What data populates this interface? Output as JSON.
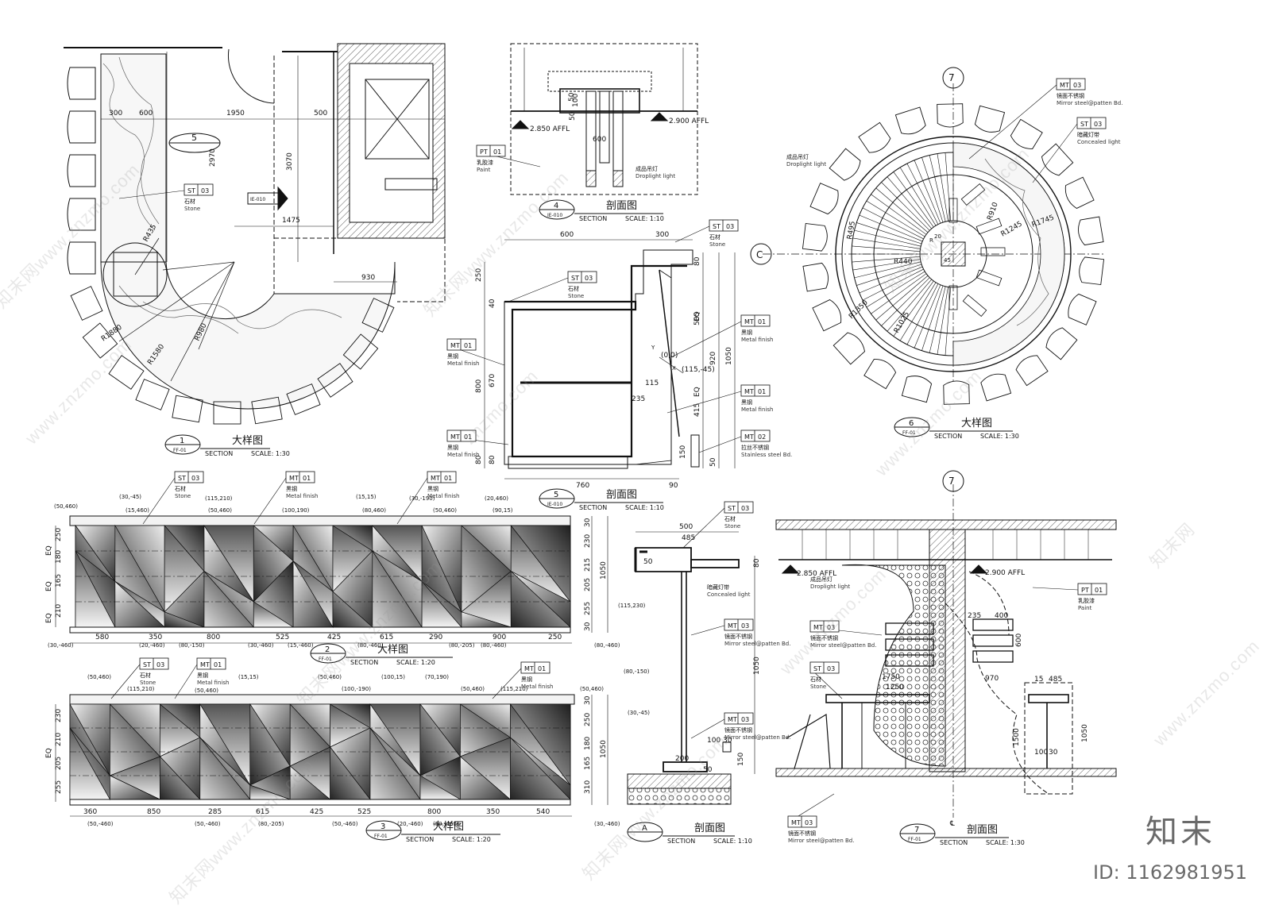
{
  "tags": {
    "st03": [
      "ST",
      "03"
    ],
    "mt01": [
      "MT",
      "01"
    ],
    "mt02": [
      "MT",
      "02"
    ],
    "mt03": [
      "MT",
      "03"
    ],
    "pt01": [
      "PT",
      "01"
    ]
  },
  "materials": {
    "stone_cn": "石材",
    "stone_en": "Stone",
    "metal_cn": "黑钢",
    "metal_en": "Metal finish",
    "paint_cn": "乳胶漆",
    "paint_en": "Paint",
    "droplight_cn": "成品吊灯",
    "droplight_en": "Droplight light",
    "concealed_cn": "暗藏灯带",
    "concealed_en": "Concealed light",
    "mirror_cn": "镜面不锈钢",
    "mirror_en": "Mirror steel@patten Bd.",
    "stainless_cn": "拉丝不锈钢",
    "stainless_en": "Stainless steel Bd."
  },
  "details": {
    "d1": {
      "num": "1",
      "ref": "FF-01",
      "cn": "大样图",
      "section": "SECTION",
      "scale": "SCALE: 1:30"
    },
    "d2": {
      "num": "2",
      "ref": "FF-01",
      "cn": "大样图",
      "section": "SECTION",
      "scale": "SCALE: 1:20"
    },
    "d3": {
      "num": "3",
      "ref": "FF-01",
      "cn": "大样图",
      "section": "SECTION",
      "scale": "SCALE: 1:20"
    },
    "d4": {
      "num": "4",
      "ref": "IE-010",
      "cn": "剖面图",
      "section": "SECTION",
      "scale": "SCALE: 1:10"
    },
    "d5": {
      "num": "5",
      "ref": "IE-010",
      "cn": "剖面图",
      "section": "SECTION",
      "scale": "SCALE: 1:10"
    },
    "d6": {
      "num": "6",
      "ref": "FF-01",
      "cn": "大样图",
      "section": "SECTION",
      "scale": "SCALE: 1:30"
    },
    "d7": {
      "num": "7",
      "ref": "FF-01",
      "cn": "剖面图",
      "section": "SECTION",
      "scale": "SCALE: 1:30"
    },
    "dA": {
      "num": "A",
      "ref": "",
      "cn": "剖面图",
      "section": "SECTION",
      "scale": "SCALE: 1:10"
    }
  },
  "plan1": {
    "dims": [
      "300",
      "600",
      "1950",
      "500",
      "2970",
      "3070",
      "1475",
      "930"
    ],
    "radii": [
      "R435",
      "R1880",
      "R1580",
      "R980"
    ],
    "callout5": "5",
    "callout5_ref": "IE-010"
  },
  "sec4": {
    "affl_left": "2.850 AFFL",
    "affl_right": "2.900 AFFL",
    "dims": [
      "50",
      "100",
      "600",
      "50"
    ]
  },
  "sec5": {
    "dims_top": [
      "600",
      "300"
    ],
    "dims_left": [
      "250",
      "40",
      "800",
      "670",
      "80",
      "80"
    ],
    "dims_right": [
      "80",
      "505",
      "EQ",
      "920",
      "1050",
      "415",
      "EQ",
      "150",
      "50"
    ],
    "dims_mid": [
      "115",
      "235"
    ],
    "coords": [
      "(0,0)",
      "(115,-45)"
    ],
    "axis": [
      "Y",
      "X"
    ],
    "dims_bottom": [
      "760",
      "90"
    ]
  },
  "round6": {
    "grid_top": "7",
    "grid_left": "C",
    "radii": [
      "R495",
      "R440",
      "R1350",
      "R1025",
      "R910",
      "R1245",
      "R1745"
    ],
    "small": [
      "R",
      "45",
      "20"
    ]
  },
  "elev2": {
    "coords_top": [
      "(50,460)",
      "(30,-45)",
      "(15,460)",
      "(115,210)",
      "(50,460)",
      "(100,190)",
      "(15,15)",
      "(80,460)",
      "(30,-190)",
      "(50,460)",
      "(20,460)",
      "(90,15)"
    ],
    "coords_right": [
      "(115,230)"
    ],
    "coords_bottom": [
      "(30,-460)",
      "(20,-460)",
      "(80,-150)",
      "(30,-460)",
      "(15,-460)",
      "(80,-460)",
      "(80,-205)",
      "(80,-460)",
      "(80,-460)"
    ],
    "dims_left": [
      "EQ",
      "250",
      "180",
      "EQ",
      "165",
      "EQ",
      "210"
    ],
    "dims_right": [
      "30",
      "230",
      "215",
      "1050",
      "205",
      "255",
      "30"
    ],
    "dims_bottom": [
      "580",
      "350",
      "800",
      "525",
      "425",
      "615",
      "290",
      "900",
      "250"
    ]
  },
  "elev3": {
    "coords_top": [
      "(50,460)",
      "(115,210)",
      "(50,460)",
      "(15,15)",
      "(50,460)",
      "(100,-190)",
      "(100,15)",
      "(70,190)",
      "(50,460)",
      "(115,210)",
      "(50,460)",
      "(80,-150)",
      "(30,-45)"
    ],
    "coords_bottom": [
      "(50,-460)",
      "(50,-460)",
      "(80,-205)",
      "(50,-460)",
      "(20,-460)",
      "(50,-460)",
      "(30,-460)"
    ],
    "dims_left": [
      "230",
      "210",
      "EQ",
      "205",
      "255"
    ],
    "dims_right": [
      "30",
      "250",
      "180",
      "1050",
      "165",
      "310"
    ],
    "dims_bottom": [
      "360",
      "850",
      "285",
      "615",
      "425",
      "525",
      "800",
      "350",
      "540"
    ]
  },
  "secA": {
    "dims": [
      "500",
      "485",
      "50",
      "80",
      "1050",
      "200",
      "100",
      "30",
      "150",
      "50"
    ]
  },
  "sec7": {
    "grid_top": "7",
    "affl_left": "2.850 AFFL",
    "affl_right": "2.900 AFFL",
    "dims": [
      "235",
      "400",
      "600",
      "1750",
      "1250",
      "970",
      "15",
      "485",
      "1050",
      "1500",
      "100",
      "30"
    ],
    "center_mark": "℄"
  },
  "watermarks": [
    "知末网www.znzmo.com",
    "www.znzmo.com",
    "知末网www.znzmo.com",
    "znzmo.com",
    "知末网www.znzmo.com",
    "www.znzmo.com",
    "知末网www.znzmo.com",
    "www.znzmo.com",
    "知末网www.znzmo.com",
    "www.znzmo.com",
    "知末网",
    "知末网www.znzmo.com"
  ],
  "brand": "知末",
  "id_label": "ID: 1162981951"
}
